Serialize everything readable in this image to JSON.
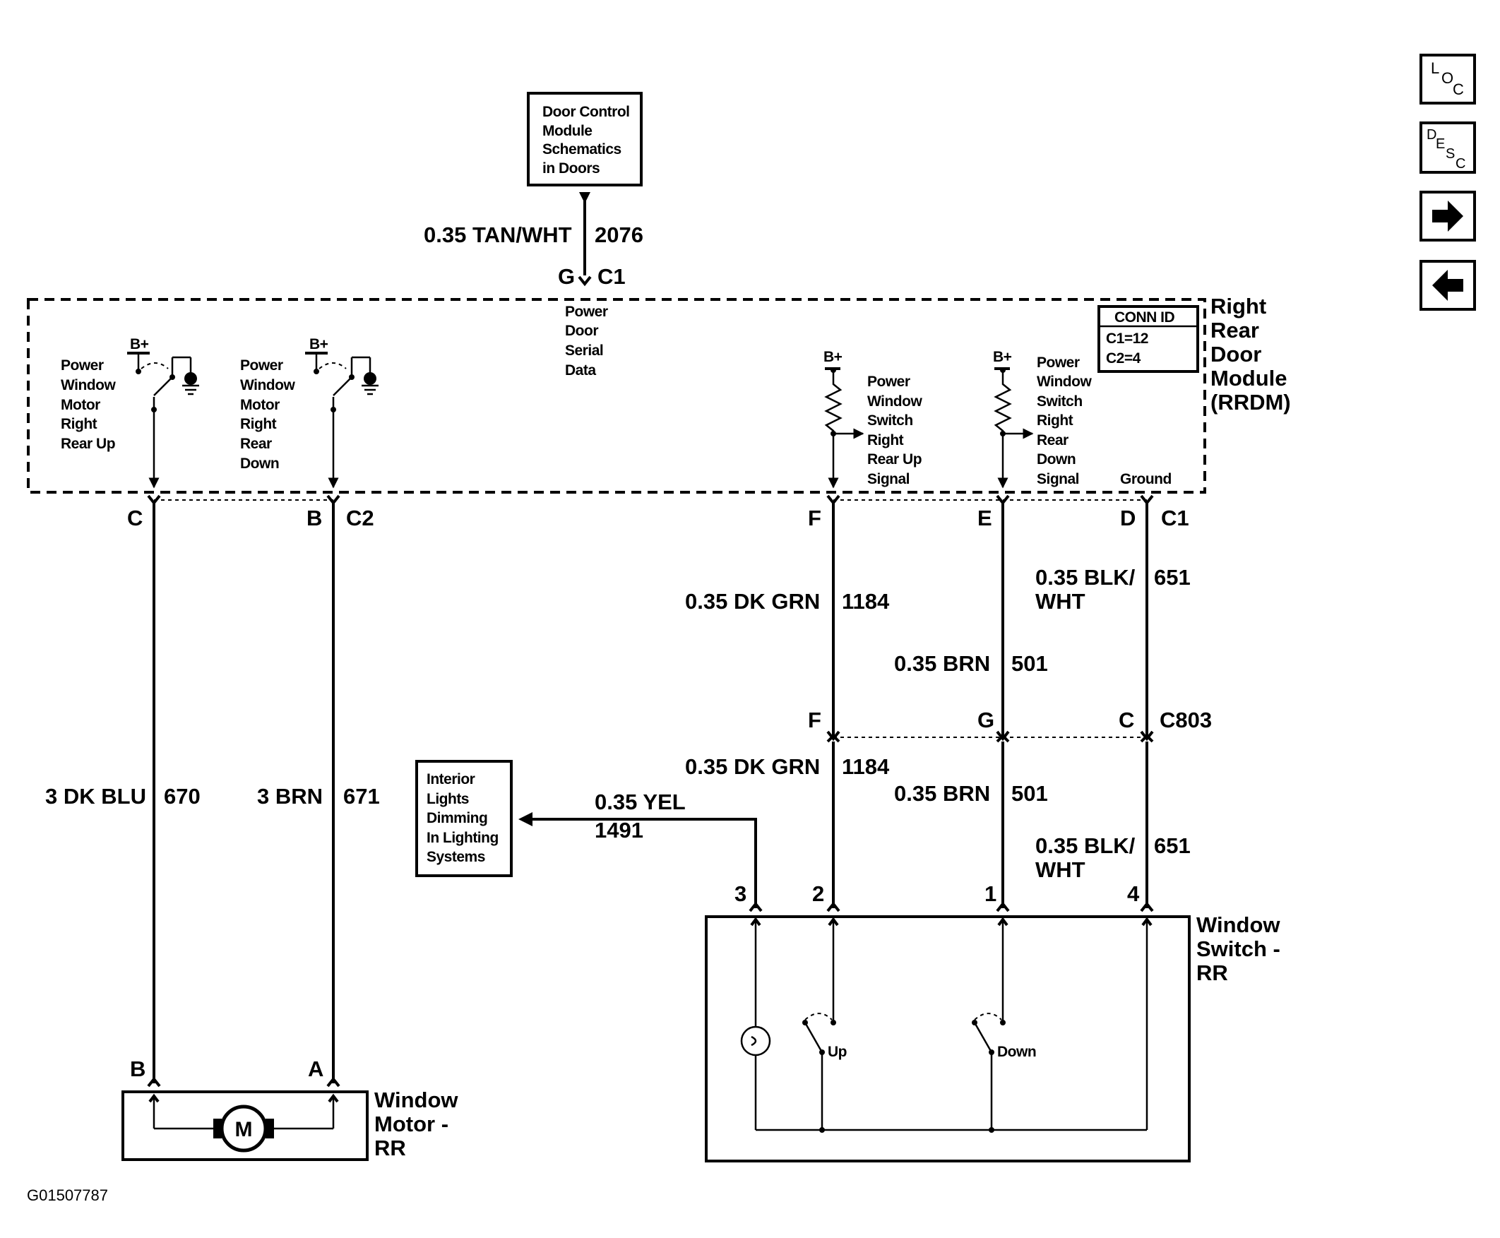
{
  "figure_id": "G01507787",
  "nav": {
    "loc": {
      "l": "L",
      "o": "O",
      "c": "C"
    },
    "desc": {
      "d": "D",
      "e": "E",
      "s": "S",
      "c": "C"
    }
  },
  "dcm_box": [
    "Door Control",
    "Module",
    "Schematics",
    "in Doors"
  ],
  "dcm_wire": {
    "label": "0.35 TAN/WHT",
    "circuit": "2076",
    "pin": "G",
    "conn": "C1"
  },
  "serial_label": [
    "Power",
    "Door",
    "Serial",
    "Data"
  ],
  "module": {
    "name": [
      "Right",
      "Rear",
      "Door",
      "Module",
      "(RRDM)"
    ],
    "conn_id": {
      "title": "CONN ID",
      "c1": "C1=12",
      "c2": "C2=4"
    },
    "bplus": "B+",
    "switch_up_label": [
      "Power",
      "Window",
      "Motor",
      "Right",
      "Rear Up"
    ],
    "switch_down_label": [
      "Power",
      "Window",
      "Motor",
      "Right",
      "Rear",
      "Down"
    ],
    "sig_up_label": [
      "Power",
      "Window",
      "Switch",
      "Right",
      "Rear Up",
      "Signal"
    ],
    "sig_down_label": [
      "Power",
      "Window",
      "Switch",
      "Right",
      "Rear",
      "Down",
      "Signal"
    ],
    "ground_label": "Ground"
  },
  "module_pins": {
    "c": "C",
    "b": "B",
    "c2": "C2",
    "f": "F",
    "e": "E",
    "d": "D",
    "c1": "C1"
  },
  "wires": {
    "w670": {
      "label": "3 DK BLU",
      "circuit": "670"
    },
    "w671": {
      "label": "3 BRN",
      "circuit": "671"
    },
    "w1184a": {
      "label": "0.35 DK GRN",
      "circuit": "1184"
    },
    "w501a": {
      "label": "0.35 BRN",
      "circuit": "501"
    },
    "w651a": {
      "label1": "0.35 BLK/",
      "label2": "WHT",
      "circuit": "651"
    },
    "w1184b": {
      "label": "0.35 DK GRN",
      "circuit": "1184"
    },
    "w501b": {
      "label": "0.35 BRN",
      "circuit": "501"
    },
    "w651b": {
      "label1": "0.35 BLK/",
      "label2": "WHT",
      "circuit": "651"
    },
    "w1491": {
      "label": "0.35 YEL",
      "circuit": "1491"
    }
  },
  "c803": {
    "f": "F",
    "g": "G",
    "c": "C",
    "name": "C803"
  },
  "lights_box": [
    "Interior",
    "Lights",
    "Dimming",
    "In Lighting",
    "Systems"
  ],
  "switch_pins": {
    "p3": "3",
    "p2": "2",
    "p1": "1",
    "p4": "4"
  },
  "window_switch": {
    "name": [
      "Window",
      "Switch -",
      "RR"
    ],
    "up": "Up",
    "down": "Down"
  },
  "motor": {
    "pin_b": "B",
    "pin_a": "A",
    "symbol": "M",
    "name": [
      "Window",
      "Motor -",
      "RR"
    ]
  }
}
